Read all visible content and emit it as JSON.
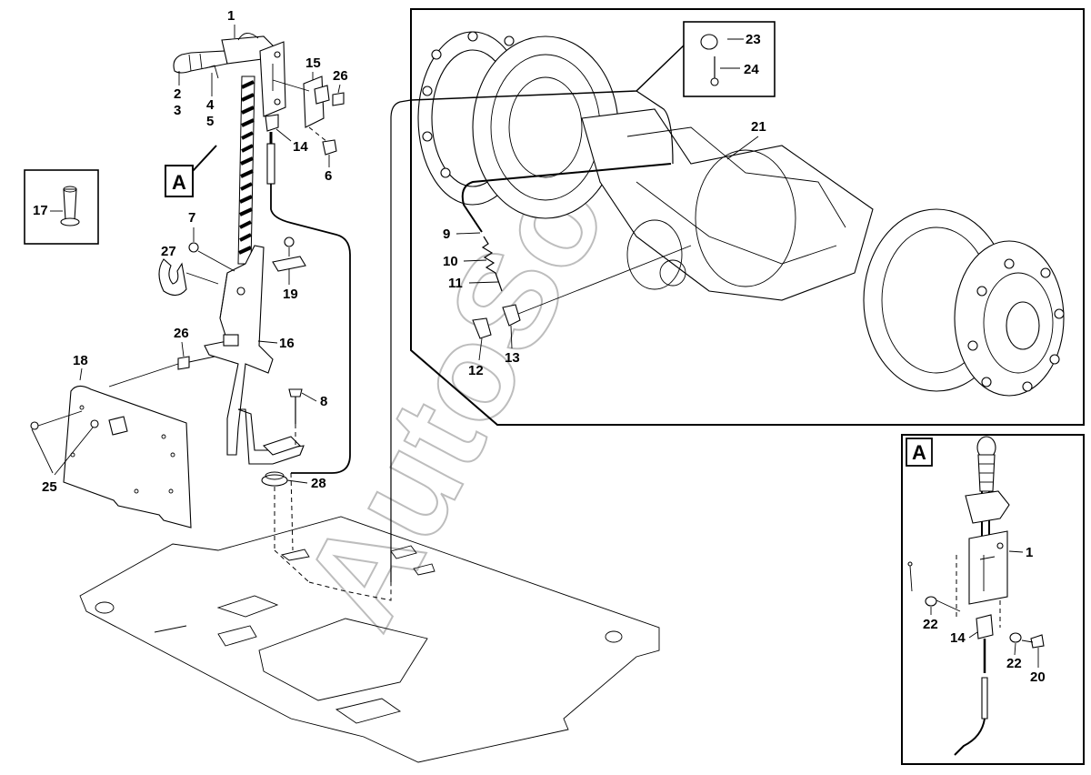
{
  "labels": {
    "l1": "1",
    "l2": "2",
    "l3": "3",
    "l4": "4",
    "l5": "5",
    "l6": "6",
    "l7": "7",
    "l8": "8",
    "l9": "9",
    "l10": "10",
    "l11": "11",
    "l12": "12",
    "l13": "13",
    "l14": "14",
    "l15": "15",
    "l16": "16",
    "l17": "17",
    "l18": "18",
    "l19": "19",
    "l20": "20",
    "l21": "21",
    "l22": "22",
    "l23": "23",
    "l24": "24",
    "l25": "25",
    "l26": "26",
    "l27": "27",
    "l28": "28"
  },
  "view_tag": "A",
  "detail_view": {
    "tag": "A",
    "labels": {
      "l1": "1",
      "l14": "14",
      "l20": "20",
      "l22a": "22",
      "l22b": "22"
    }
  },
  "watermark": "AutoSo"
}
